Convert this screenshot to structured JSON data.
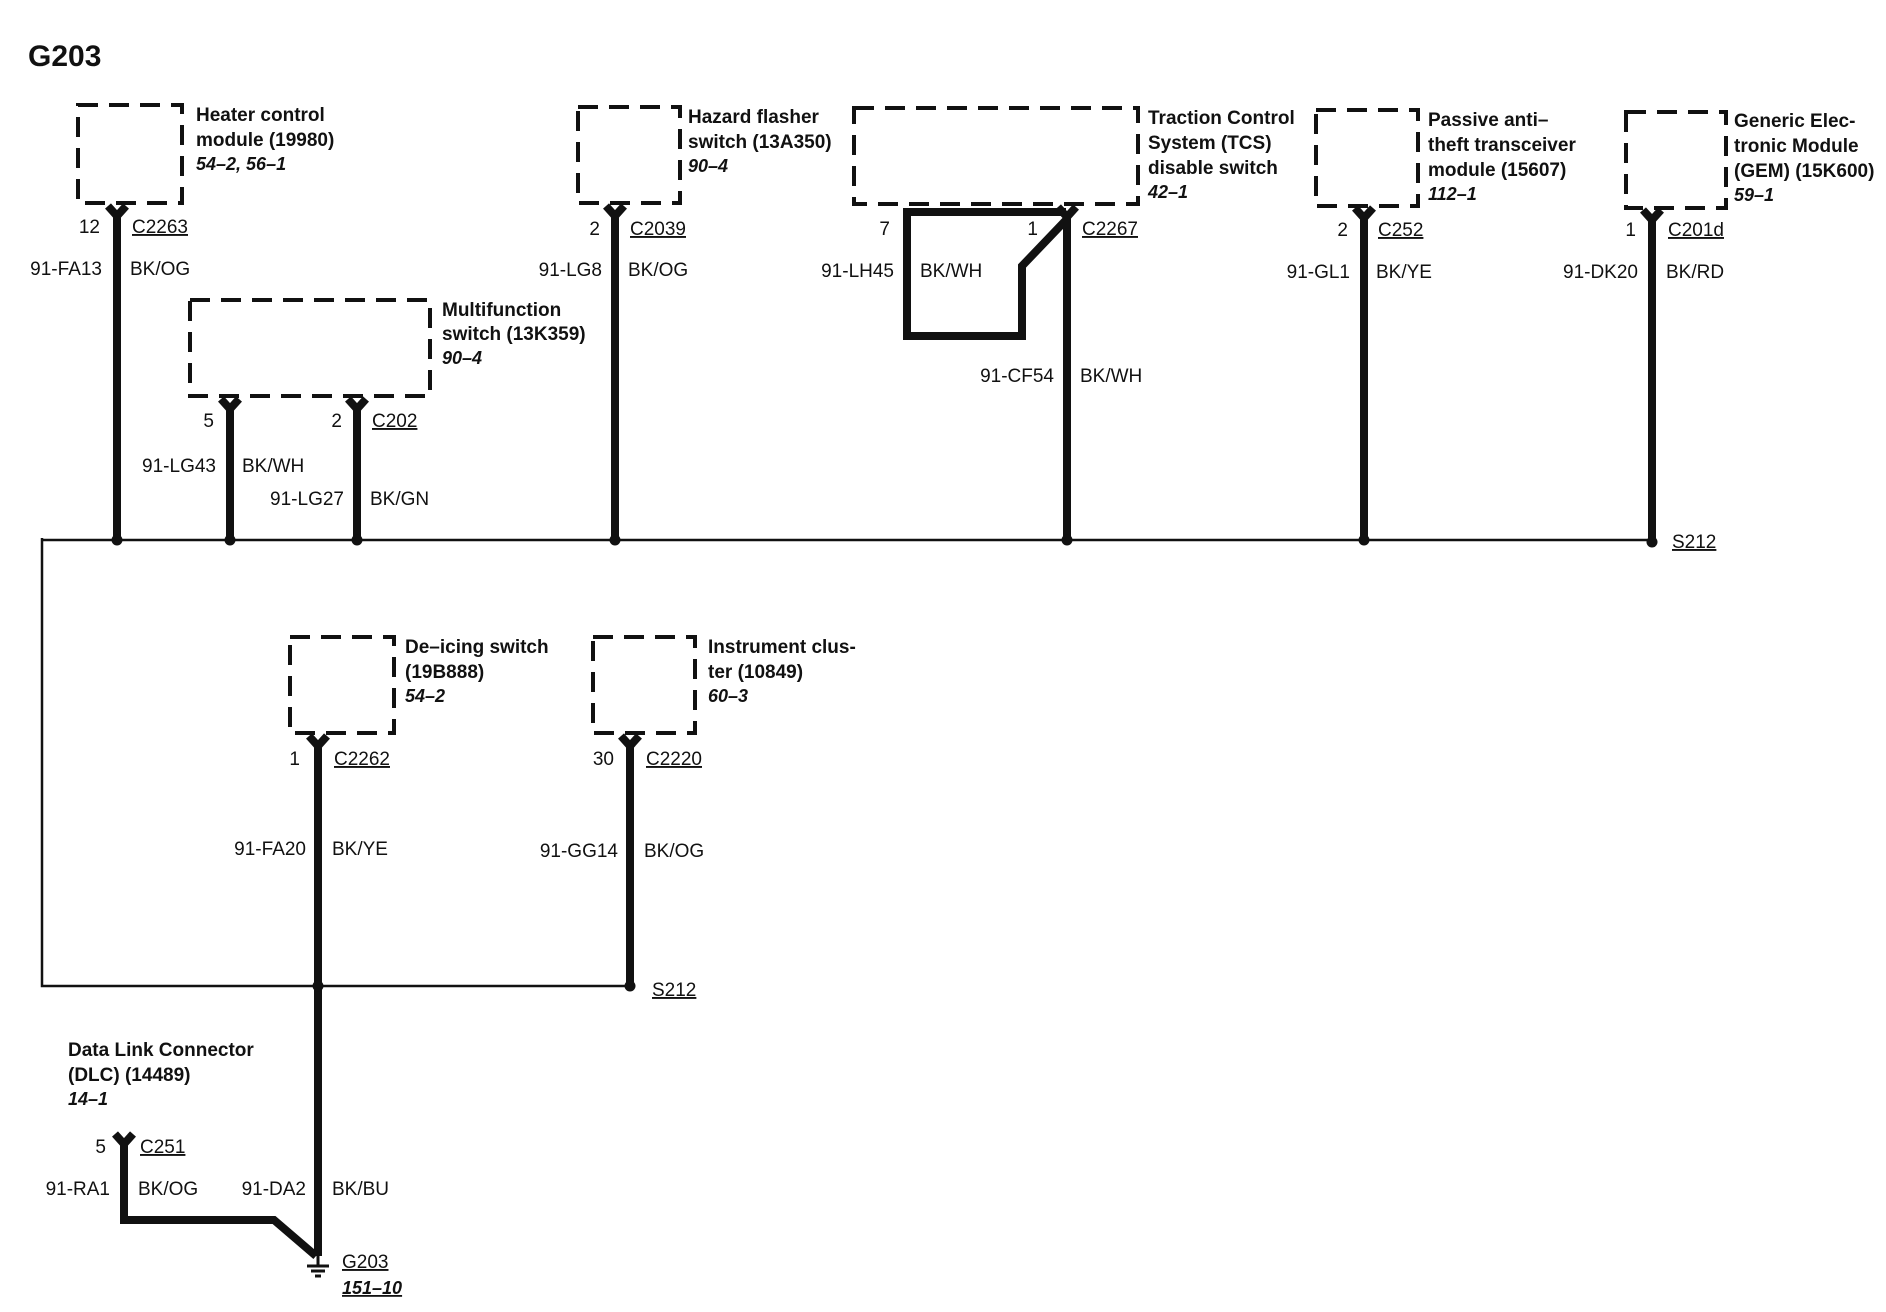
{
  "title": "G203",
  "components": {
    "heater": {
      "name": [
        "Heater control",
        "module (19980)"
      ],
      "ref": "54–2, 56–1"
    },
    "multifunction": {
      "name": [
        "Multifunction",
        "switch (13K359)"
      ],
      "ref": "90–4"
    },
    "hazard": {
      "name": [
        "Hazard flasher",
        "switch (13A350)"
      ],
      "ref": "90–4"
    },
    "tcs": {
      "name": [
        "Traction Control",
        "System (TCS)",
        "disable switch"
      ],
      "ref": "42–1"
    },
    "pats": {
      "name": [
        "Passive anti–",
        "theft transceiver",
        "module (15607)"
      ],
      "ref": "112–1"
    },
    "gem": {
      "name": [
        "Generic Elec-",
        "tronic Module",
        "(GEM) (15K600)"
      ],
      "ref": "59–1"
    },
    "deicing": {
      "name": [
        "De–icing switch",
        "(19B888)"
      ],
      "ref": "54–2"
    },
    "cluster": {
      "name": [
        "Instrument clus-",
        "ter (10849)"
      ],
      "ref": "60–3"
    },
    "dlc": {
      "name": [
        "Data Link Connector",
        "(DLC) (14489)"
      ],
      "ref": "14–1"
    }
  },
  "connectors": {
    "heater": {
      "pin": "12",
      "id": "C2263"
    },
    "mf_pin5": {
      "pin": "5"
    },
    "mf_pin2": {
      "pin": "2",
      "id": "C202"
    },
    "hazard": {
      "pin": "2",
      "id": "C2039"
    },
    "tcs_pin7": {
      "pin": "7"
    },
    "tcs_pin1": {
      "pin": "1",
      "id": "C2267"
    },
    "pats": {
      "pin": "2",
      "id": "C252"
    },
    "gem": {
      "pin": "1",
      "id": "C201d"
    },
    "deicing": {
      "pin": "1",
      "id": "C2262"
    },
    "cluster": {
      "pin": "30",
      "id": "C2220"
    },
    "dlc": {
      "pin": "5",
      "id": "C251"
    }
  },
  "wires": {
    "fa13": {
      "circuit": "91-FA13",
      "color": "BK/OG"
    },
    "lg43": {
      "circuit": "91-LG43",
      "color": "BK/WH"
    },
    "lg27": {
      "circuit": "91-LG27",
      "color": "BK/GN"
    },
    "lg8": {
      "circuit": "91-LG8",
      "color": "BK/OG"
    },
    "lh45": {
      "circuit": "91-LH45",
      "color": "BK/WH"
    },
    "cf54": {
      "circuit": "91-CF54",
      "color": "BK/WH"
    },
    "gl1": {
      "circuit": "91-GL1",
      "color": "BK/YE"
    },
    "dk20": {
      "circuit": "91-DK20",
      "color": "BK/RD"
    },
    "fa20": {
      "circuit": "91-FA20",
      "color": "BK/YE"
    },
    "gg14": {
      "circuit": "91-GG14",
      "color": "BK/OG"
    },
    "ra1": {
      "circuit": "91-RA1",
      "color": "BK/OG"
    },
    "da2": {
      "circuit": "91-DA2",
      "color": "BK/BU"
    }
  },
  "splices": {
    "top": "S212",
    "bottom": "S212"
  },
  "ground": {
    "id": "G203",
    "ref": "151–10"
  }
}
